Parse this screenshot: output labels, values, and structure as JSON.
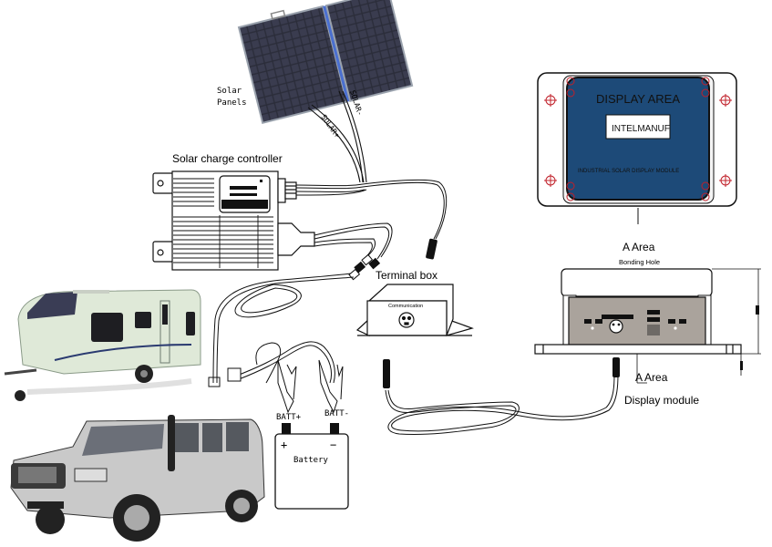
{
  "diagram": {
    "colors": {
      "line": "#111111",
      "panel_cell": "#2b2d3a",
      "panel_frame": "#9aa2ad",
      "panel_divider": "#4a6fd0",
      "display_blue": "#1d4a78",
      "display_frame": "#f4f4f4",
      "module_face": "#aaa39c",
      "caravan_body": "#dfe9d8",
      "vehicle_body": "#c9c9c9"
    },
    "components": {
      "solar_panels": {
        "label_line1": "Solar",
        "label_line2": "Panels",
        "wire_pos": "SOLAR+",
        "wire_neg": "SOLAR-"
      },
      "charge_controller": {
        "label": "Solar charge controller"
      },
      "terminal_box": {
        "label": "Terminal box",
        "port_label": "Communication"
      },
      "display_front": {
        "title": "DISPLAY  AREA",
        "brand": "INTELMANUF",
        "subtitle": "INDUSTRIAL SOLAR DISPLAY MODULE"
      },
      "display_side": {
        "area_top": "A  Area",
        "bonding": "Bonding  Hole",
        "area_bottom": "A  Area",
        "label": "Display module"
      },
      "battery": {
        "label": "Battery",
        "pos_terminal": "BATT+",
        "neg_terminal": "BATT-",
        "plus": "+",
        "minus": "−"
      },
      "caravan": {
        "icon": "caravan-icon"
      },
      "suv": {
        "icon": "suv-icon"
      }
    }
  }
}
